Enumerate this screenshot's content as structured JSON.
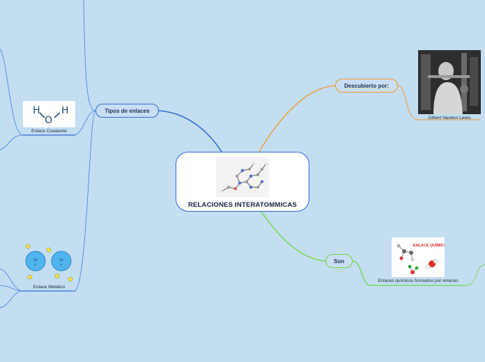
{
  "central": {
    "title": "RELACIONES INTERATOMMICAS",
    "image_icon": "molecule-structure-icon"
  },
  "branches": {
    "tipos": {
      "label": "Tipos de enlaces"
    },
    "descubierto": {
      "label": "Descubierto por:"
    },
    "son": {
      "label": "Son"
    }
  },
  "leaves": {
    "covalente": {
      "caption": "Enlace Covalente",
      "image_icon": "water-molecule-icon",
      "formula": {
        "h1": "H",
        "o": "O",
        "h2": "H"
      }
    },
    "metalico": {
      "caption": "Enlace Metálico",
      "image_icon": "metal-bond-icon",
      "atom_label": "2e",
      "atom_sub": "s+",
      "electron": "e"
    },
    "lewis": {
      "caption": "Gilbert Newton Lewis",
      "image_icon": "scientist-photo-icon"
    },
    "enlaces": {
      "caption": "Enlaces químicos formados por enlaces",
      "image_icon": "chemical-bond-icon",
      "title": "ENLACE QUÍMICO"
    }
  },
  "colors": {
    "background": "#c3ddf1",
    "blue": "#2f6ad6",
    "orange": "#ef9a26",
    "green": "#6fd83c"
  }
}
